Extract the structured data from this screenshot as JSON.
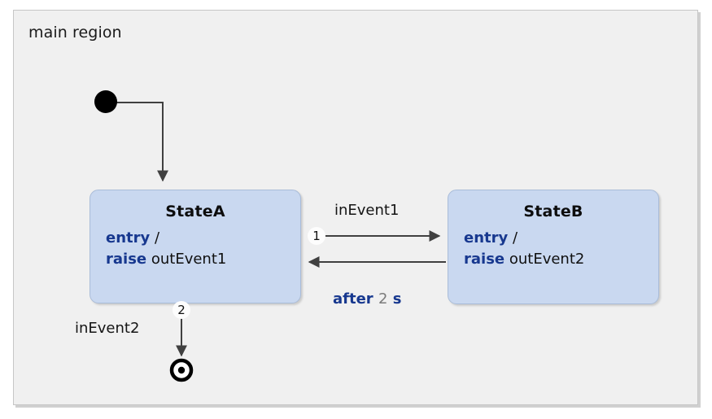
{
  "diagram": {
    "type": "statechart",
    "region": {
      "label": "main region"
    },
    "colors": {
      "region_fill": "#f0f0f0",
      "region_border": "#c6c6c6",
      "state_fill": "#c9d8f0",
      "state_border": "#a9bcd8",
      "keyword_blue": "#17388f",
      "number_gray": "#7b7b7b",
      "wire": "#404040",
      "node_black": "#000000"
    },
    "nodes": [
      {
        "id": "initial",
        "kind": "initial-state",
        "name": "initial-state-node"
      },
      {
        "id": "stateA",
        "kind": "state",
        "title": "StateA",
        "lines": [
          {
            "keyword": "entry",
            "rest": " /"
          },
          {
            "keyword": "raise",
            "rest": " outEvent1"
          }
        ]
      },
      {
        "id": "stateB",
        "kind": "state",
        "title": "StateB",
        "lines": [
          {
            "keyword": "entry",
            "rest": " /"
          },
          {
            "keyword": "raise",
            "rest": " outEvent2"
          }
        ]
      },
      {
        "id": "final",
        "kind": "final-state",
        "name": "final-state-node"
      }
    ],
    "transitions": [
      {
        "id": "t-init",
        "from": "initial",
        "to": "stateA",
        "label": "",
        "priority": ""
      },
      {
        "id": "t-a-to-b",
        "from": "stateA",
        "to": "stateB",
        "label": "inEvent1",
        "priority": "1"
      },
      {
        "id": "t-b-to-a",
        "from": "stateB",
        "to": "stateA",
        "label_keyword": "after",
        "label_number": "2",
        "label_unit": "s",
        "priority": ""
      },
      {
        "id": "t-a-to-final",
        "from": "stateA",
        "to": "final",
        "label": "inEvent2",
        "priority": "2"
      }
    ]
  }
}
